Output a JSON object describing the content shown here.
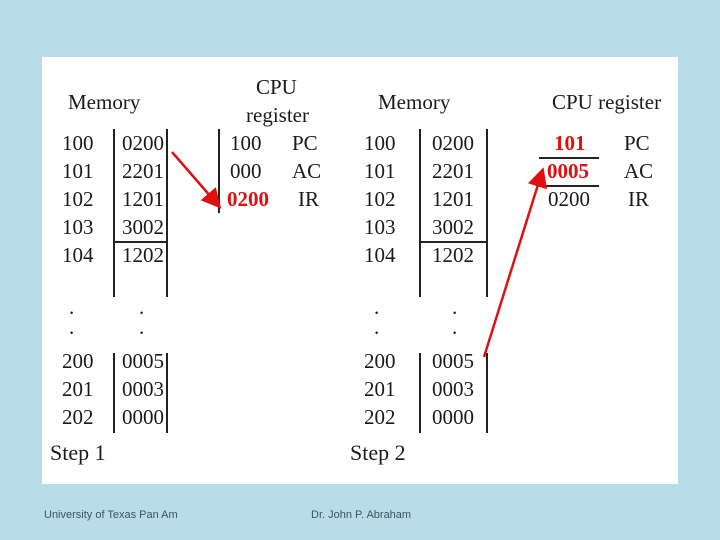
{
  "step1": {
    "memory_title": "Memory",
    "cpu_title_line1": "CPU",
    "cpu_title_line2": "register",
    "memory_rows": [
      {
        "addr": "100",
        "val": "0200"
      },
      {
        "addr": "101",
        "val": "2201"
      },
      {
        "addr": "102",
        "val": "1201"
      },
      {
        "addr": "103",
        "val": "3002"
      },
      {
        "addr": "104",
        "val": "1202"
      }
    ],
    "ellipsis_rows": [
      ".",
      "."
    ],
    "memory_rows_lower": [
      {
        "addr": "200",
        "val": "0005"
      },
      {
        "addr": "201",
        "val": "0003"
      },
      {
        "addr": "202",
        "val": "0000"
      }
    ],
    "registers": [
      {
        "value": "100",
        "name": "PC"
      },
      {
        "value": "000",
        "name": "AC"
      },
      {
        "value": "0200",
        "name": "IR"
      }
    ],
    "label": "Step 1"
  },
  "step2": {
    "memory_title": "Memory",
    "cpu_title": "CPU register",
    "memory_rows": [
      {
        "addr": "100",
        "val": "0200"
      },
      {
        "addr": "101",
        "val": "2201"
      },
      {
        "addr": "102",
        "val": "1201"
      },
      {
        "addr": "103",
        "val": "3002"
      },
      {
        "addr": "104",
        "val": "1202"
      }
    ],
    "ellipsis_rows": [
      ".",
      "."
    ],
    "memory_rows_lower": [
      {
        "addr": "200",
        "val": "0005"
      },
      {
        "addr": "201",
        "val": "0003"
      },
      {
        "addr": "202",
        "val": "0000"
      }
    ],
    "registers": [
      {
        "value": "101",
        "name": "PC"
      },
      {
        "value": "0005",
        "name": "AC"
      },
      {
        "value": "0200",
        "name": "IR"
      }
    ],
    "label": "Step 2"
  },
  "footer": {
    "left": "University of Texas Pan Am",
    "center": "Dr. John P. Abraham"
  },
  "colors": {
    "background": "#b9dde8",
    "highlight": "#e01010",
    "arrow": "#e01010"
  }
}
